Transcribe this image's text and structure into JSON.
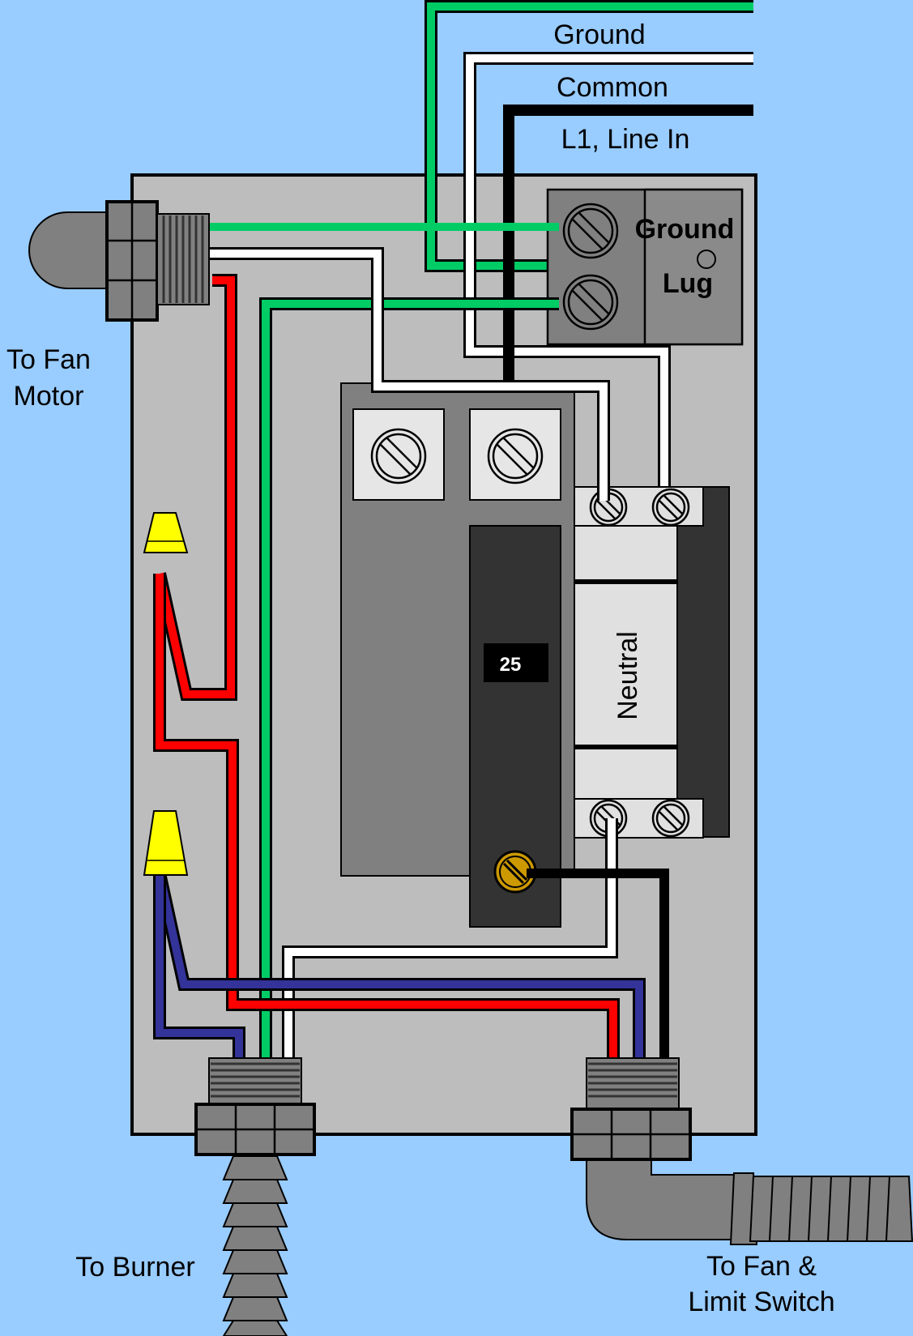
{
  "labels": {
    "ground": "Ground",
    "common": "Common",
    "line_in": "L1, Line In",
    "ground_lug_1": "Ground",
    "ground_lug_2": "Lug",
    "to_fan_motor_1": "To Fan",
    "to_fan_motor_2": "Motor",
    "breaker_rating": "25",
    "neutral": "Neutral",
    "to_burner": "To Burner",
    "to_fan_limit_1": "To Fan &",
    "to_fan_limit_2": "Limit Switch"
  },
  "colors": {
    "background": "#99ccff",
    "panel": "#bdbdbd",
    "ground_wire": "#00cc66",
    "common_wire": "#ffffff",
    "line_wire": "#000000",
    "hot_wire_red": "#ff0000",
    "switched_wire_blue": "#333399",
    "wire_nut": "#ffff00",
    "breaker": "#333333",
    "neutral_bar": "#e0e0e0"
  },
  "icons": [
    "screw-icon",
    "wire-nut-icon",
    "conduit-connector-icon",
    "flex-conduit-icon",
    "elbow-connector-icon"
  ]
}
